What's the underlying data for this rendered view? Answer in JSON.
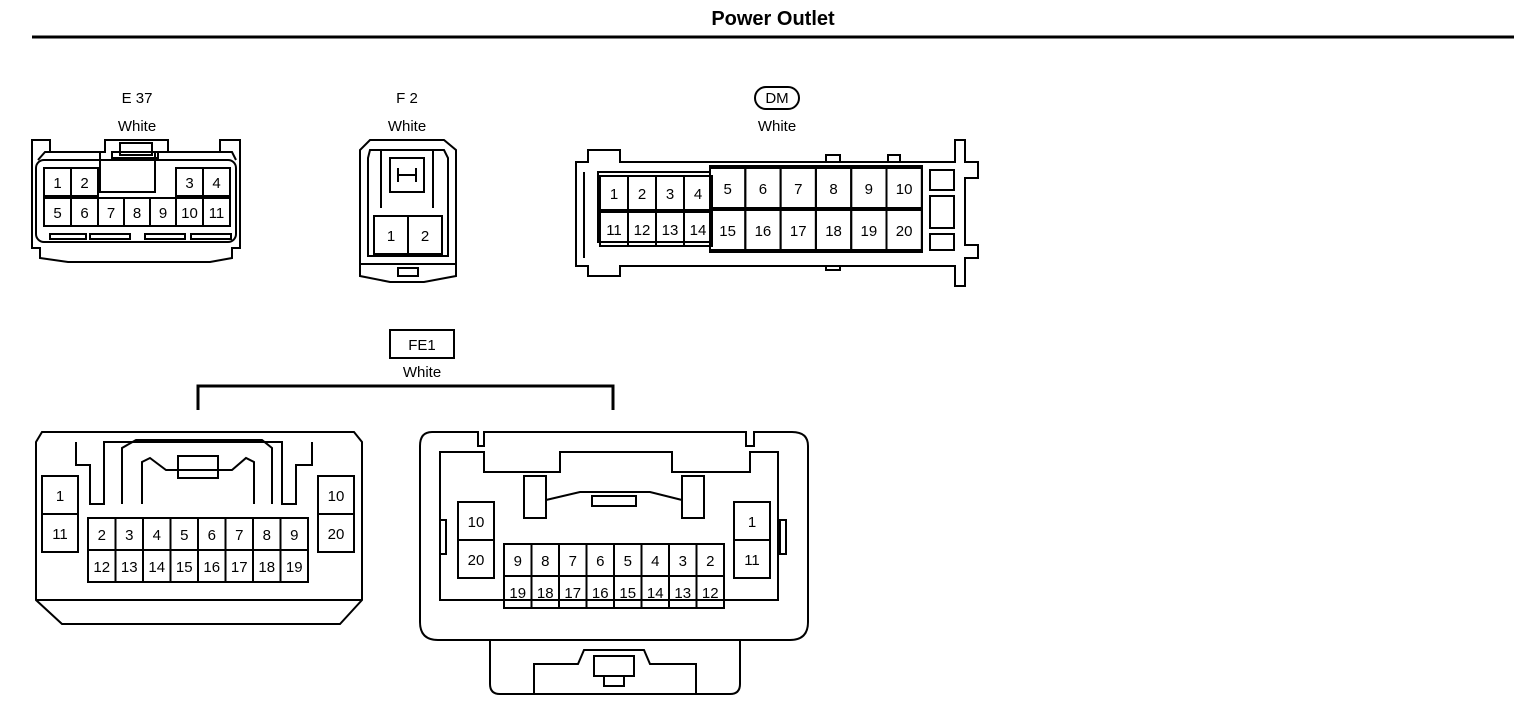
{
  "title": "Power Outlet",
  "connectors": {
    "e37": {
      "code": "E 37",
      "color": "White",
      "rows": [
        [
          "1",
          "2",
          "3",
          "4"
        ],
        [
          "5",
          "6",
          "7",
          "8",
          "9",
          "10",
          "11"
        ]
      ]
    },
    "f2": {
      "code": "F 2",
      "color": "White",
      "rows": [
        [
          "1",
          "2"
        ]
      ]
    },
    "dm": {
      "code": "DM",
      "color": "White",
      "rows": [
        [
          "1",
          "2",
          "3",
          "4",
          "5",
          "6",
          "7",
          "8",
          "9",
          "10"
        ],
        [
          "11",
          "12",
          "13",
          "14",
          "15",
          "16",
          "17",
          "18",
          "19",
          "20"
        ]
      ]
    },
    "fe1": {
      "code": "FE1",
      "color": "White",
      "left": {
        "side_left": [
          "1",
          "11"
        ],
        "side_right": [
          "10",
          "20"
        ],
        "top": [
          "2",
          "3",
          "4",
          "5",
          "6",
          "7",
          "8",
          "9"
        ],
        "bottom": [
          "12",
          "13",
          "14",
          "15",
          "16",
          "17",
          "18",
          "19"
        ]
      },
      "right": {
        "side_left": [
          "10",
          "20"
        ],
        "side_right": [
          "1",
          "11"
        ],
        "top": [
          "9",
          "8",
          "7",
          "6",
          "5",
          "4",
          "3",
          "2"
        ],
        "bottom": [
          "19",
          "18",
          "17",
          "16",
          "15",
          "14",
          "13",
          "12"
        ]
      }
    }
  }
}
